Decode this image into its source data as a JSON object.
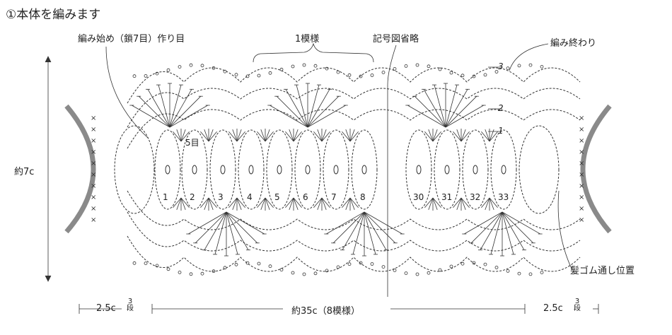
{
  "title": "①本体を編みます",
  "labels": {
    "start": "編み始め（鎖7目）作り目",
    "one_pattern": "1模様",
    "omitted": "記号図省略",
    "finish": "編み終わり",
    "height": "約7c",
    "elastic": "髪ゴム通し位置",
    "fifth_stitch": "5目"
  },
  "row_markers": [
    "3",
    "2",
    "1"
  ],
  "pattern_numbers": [
    "1",
    "2",
    "3",
    "4",
    "5",
    "6",
    "7",
    "8",
    "30",
    "31",
    "32",
    "33"
  ],
  "dimensions": {
    "left_width": "2.5c",
    "left_rows_num": "3",
    "left_rows_unit": "段",
    "center": "約35c（8模様）",
    "right_width": "2.5c",
    "right_rows_num": "3",
    "right_rows_unit": "段"
  },
  "colors": {
    "line": "#333333",
    "band": "#8a8a8a"
  }
}
